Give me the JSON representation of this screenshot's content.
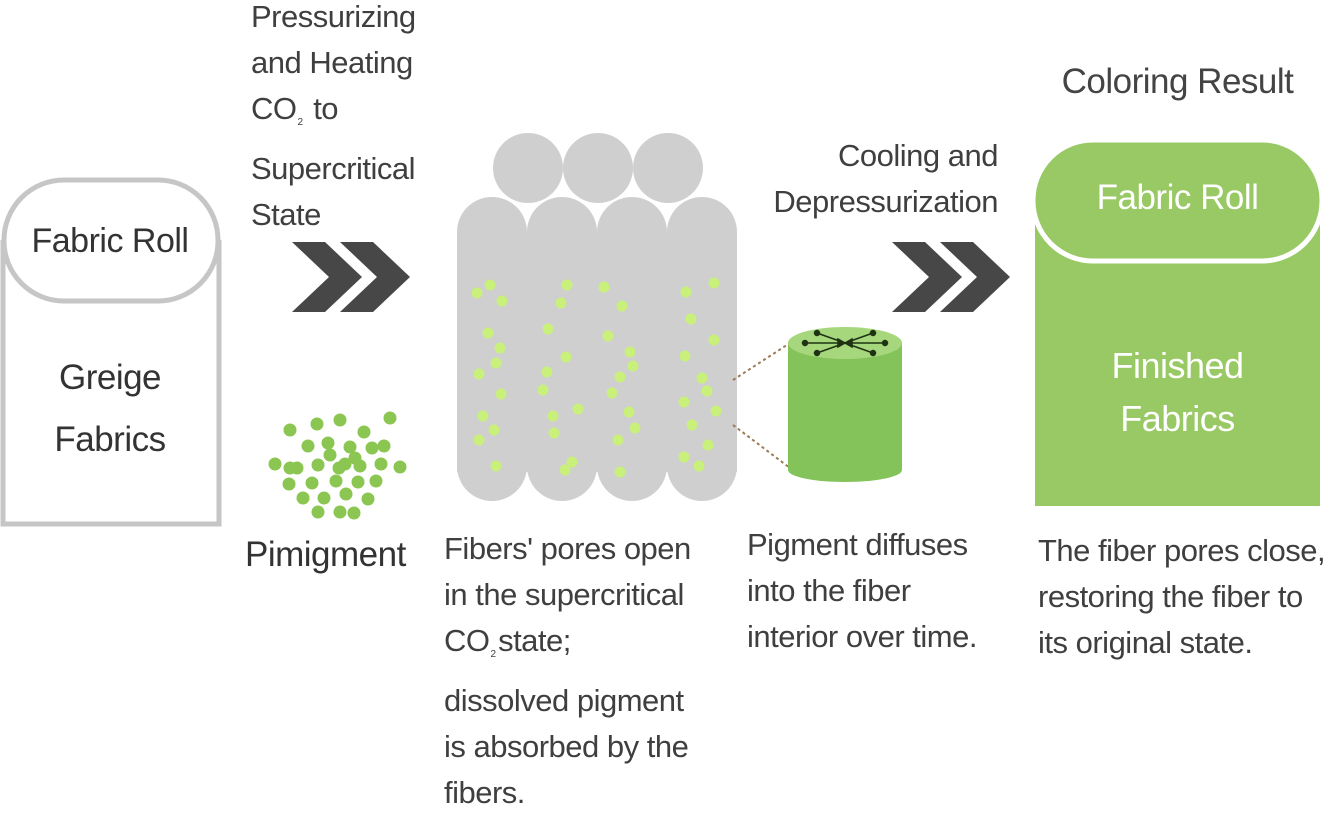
{
  "step1": {
    "roll_label": "Fabric Roll",
    "fabric_label_line1": "Greige",
    "fabric_label_line2": "Fabrics",
    "pigment_label": "Pimigment"
  },
  "step2": {
    "heading_line1": "Pressurizing",
    "heading_line2": "and Heating",
    "heading_co": "CO",
    "heading_co_sub": "2",
    "heading_co_after": "to",
    "heading_line4": "Supercritical",
    "heading_line5": "State",
    "caption_line1": "Fibers' pores open",
    "caption_line2": "in the supercritical",
    "caption_co": "CO",
    "caption_co_sub": "2",
    "caption_co_after": "state;",
    "caption_line4": "dissolved pigment",
    "caption_line5": "is absorbed by the",
    "caption_line6": "fibers."
  },
  "step3": {
    "heading_line1": "Cooling and",
    "heading_line2": "Depressurization",
    "caption_line1": "Pigment diffuses",
    "caption_line2": "into the fiber",
    "caption_line3": "interior over time."
  },
  "step4": {
    "heading": "Coloring Result",
    "roll_label": "Fabric Roll",
    "fabric_label_line1": "Finished",
    "fabric_label_line2": "Fabrics",
    "caption_line1": "The fiber pores close,",
    "caption_line2": "restoring the fiber to",
    "caption_line3": "its original state."
  },
  "colors": {
    "fiber_gray": "#cfcfcf",
    "pigment_green": "#8cc652",
    "dot_light_green": "#c8f07a",
    "result_green": "#98c965",
    "cylinder_green": "#84c25a",
    "outline_gray": "#c6c6c6",
    "chevron_dark": "#474747",
    "connector_brown": "#9b7a56"
  },
  "icons": {
    "chevron": "chevron-right-double-icon",
    "pigment": "pigment-particles-icon",
    "fibers": "fiber-bundle-icon",
    "cross_section": "fiber-cross-section-icon"
  }
}
